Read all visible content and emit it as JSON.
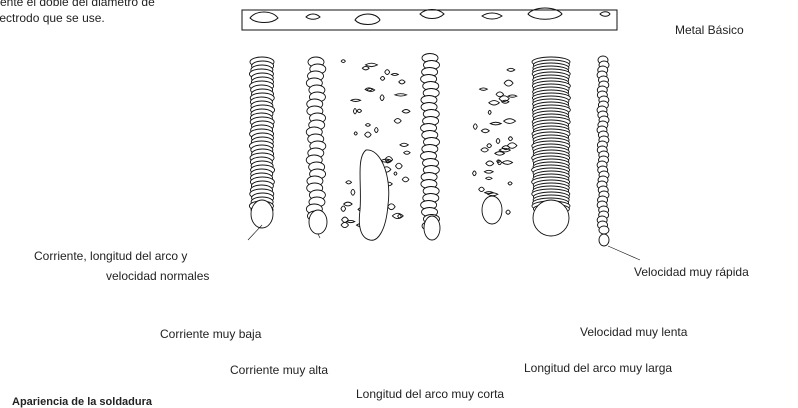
{
  "intro_text": [
    "mente el doble del diámetro de",
    "electrodo que se use."
  ],
  "labels": {
    "base_metal": "Metal Básico",
    "normal_line1": "Corriente, longitud del arco y",
    "normal_line2": "velocidad normales",
    "very_low_current": "Corriente muy baja",
    "very_high_current": "Corriente muy alta",
    "very_short_arc": "Longitud del arco muy corta",
    "very_long_arc": "Longitud del arco muy larga",
    "very_slow_speed": "Velocidad muy lenta",
    "very_fast_speed": "Velocidad muy rápida"
  },
  "caption": "Apariencia de la soldadura",
  "colors": {
    "stroke": "#111111",
    "text": "#222222",
    "background": "#ffffff"
  }
}
